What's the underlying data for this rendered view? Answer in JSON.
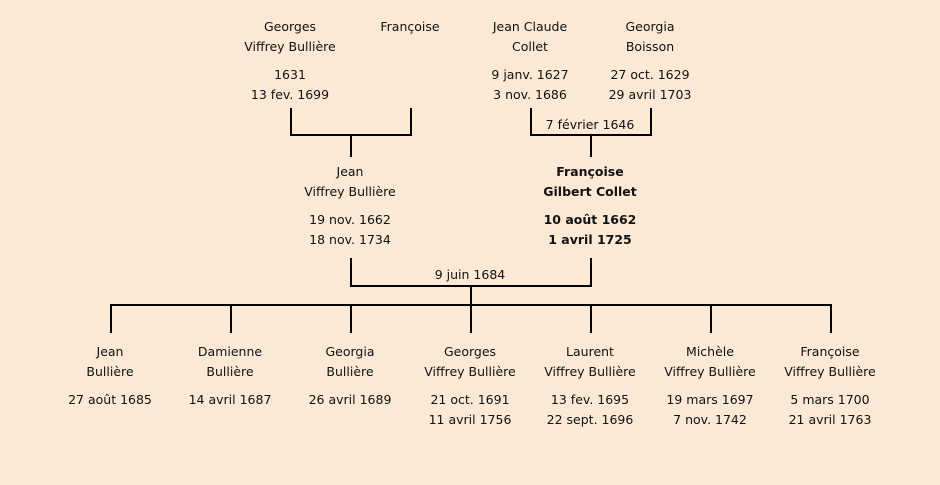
{
  "generations": [
    {
      "people": [
        {
          "first": "Georges",
          "last": "Viffrey Bullière",
          "birth": "1631",
          "death": "13 fev. 1699"
        },
        {
          "first": "Françoise",
          "last": "",
          "birth": "",
          "death": ""
        },
        {
          "first": "Jean Claude",
          "last": "Collet",
          "birth": "9 janv. 1627",
          "death": "3 nov. 1686"
        },
        {
          "first": "Georgia",
          "last": "Boisson",
          "birth": "27 oct. 1629",
          "death": "29 avril 1703"
        }
      ],
      "marriages": [
        "",
        "7 février 1646"
      ]
    },
    {
      "people": [
        {
          "first": "Jean",
          "last": "Viffrey Bullière",
          "birth": "19 nov. 1662",
          "death": "18 nov. 1734"
        },
        {
          "first": "Françoise",
          "last": "Gilbert Collet",
          "birth": "10 août 1662",
          "death": "1 avril 1725",
          "highlighted": true
        }
      ],
      "marriages": [
        "9 juin 1684"
      ]
    },
    {
      "people": [
        {
          "first": "Jean",
          "last": "Bullière",
          "birth": "27 août 1685",
          "death": ""
        },
        {
          "first": "Damienne",
          "last": "Bullière",
          "birth": "14 avril 1687",
          "death": ""
        },
        {
          "first": "Georgia",
          "last": "Bullière",
          "birth": "26 avril 1689",
          "death": ""
        },
        {
          "first": "Georges",
          "last": "Viffrey Bullière",
          "birth": "21 oct. 1691",
          "death": "11 avril 1756"
        },
        {
          "first": "Laurent",
          "last": "Viffrey Bullière",
          "birth": "13 fev. 1695",
          "death": "22 sept. 1696"
        },
        {
          "first": "Michèle",
          "last": "Viffrey Bullière",
          "birth": "19 mars 1697",
          "death": "7 nov. 1742"
        },
        {
          "first": "Françoise",
          "last": "Viffrey Bullière",
          "birth": "5 mars 1700",
          "death": "21 avril 1763"
        }
      ]
    }
  ]
}
